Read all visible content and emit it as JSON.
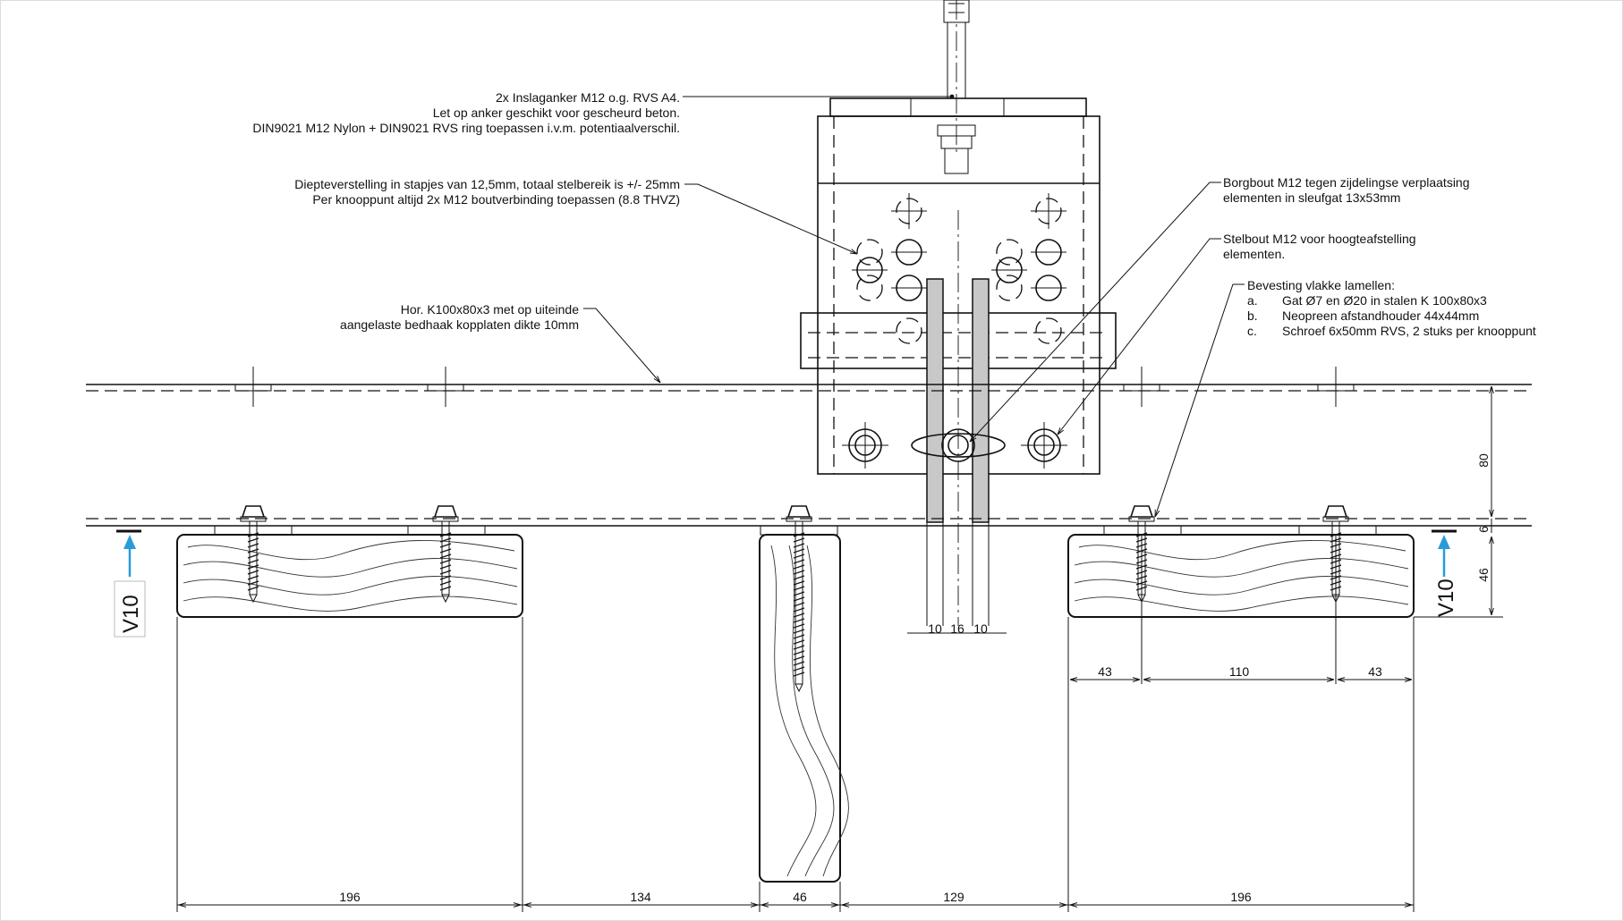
{
  "annotations": {
    "anchor": [
      "2x Inslaganker M12 o.g. RVS A4.",
      "Let op anker geschikt voor gescheurd beton.",
      "DIN9021 M12 Nylon + DIN9021 RVS ring toepassen i.v.m. potentiaalverschil."
    ],
    "depth": [
      "Diepteverstelling in stapjes van 12,5mm, totaal stelbereik is +/- 25mm",
      "Per knooppunt altijd 2x M12 boutverbinding toepassen (8.8 THVZ)"
    ],
    "profile": [
      "Hor. K100x80x3 met op uiteinde",
      "aangelaste bedhaak kopplaten dikte 10mm"
    ],
    "borgbout": [
      "Borgbout M12 tegen zijdelingse verplaatsing",
      "elementen in sleufgat 13x53mm"
    ],
    "stelbout": [
      "Stelbout M12 voor hoogteafstelling",
      "elementen."
    ],
    "bevestiging": {
      "title": "Bevesting vlakke lamellen:",
      "items": [
        {
          "letter": "a.",
          "text": "Gat Ø7 en Ø20 in stalen K 100x80x3"
        },
        {
          "letter": "b.",
          "text": "Neopreen afstandhouder 44x44mm"
        },
        {
          "letter": "c.",
          "text": "Schroef 6x50mm RVS, 2 stuks per knooppunt"
        }
      ]
    }
  },
  "section_marks": {
    "left": "V10",
    "right": "V10",
    "arrow_color": "#2b9bd8"
  },
  "dimensions": {
    "bottom": [
      "196",
      "134",
      "46",
      "129",
      "196"
    ],
    "plates": [
      "10",
      "16",
      "10"
    ],
    "right_lamella": [
      "43",
      "110",
      "43"
    ],
    "vertical": [
      "80",
      "6",
      "46"
    ]
  },
  "colors": {
    "line": "#111111",
    "plate_fill": "#c8c8c8",
    "background": "#ffffff"
  }
}
